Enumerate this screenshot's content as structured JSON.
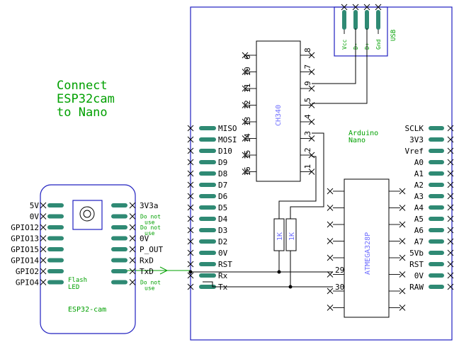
{
  "title": {
    "lines": [
      "Connect",
      "ESP32cam",
      "to Nano"
    ]
  },
  "nano": {
    "label_lines": [
      "Arduino",
      "Nano"
    ],
    "left_pins": [
      "MISO",
      "MOSI",
      "D10",
      "D9",
      "D8",
      "D7",
      "D6",
      "D5",
      "D4",
      "D3",
      "D2",
      "0V",
      "RST",
      "Rx",
      "Tx"
    ],
    "right_pins": [
      "SCLK",
      "3V3",
      "Vref",
      "A0",
      "A1",
      "A2",
      "A3",
      "A4",
      "A5",
      "A6",
      "A7",
      "5Vb",
      "RST",
      "0V",
      "RAW"
    ]
  },
  "usb": {
    "label": "USB",
    "pins": [
      "Vcc",
      "D-",
      "D+",
      "Gnd"
    ]
  },
  "ch340": {
    "label": "CH340",
    "left_pins": [
      "6",
      "10",
      "11",
      "12",
      "13",
      "14",
      "15",
      "16"
    ],
    "right_pins": [
      "8",
      "7",
      "9",
      "5",
      "4",
      "3",
      "2",
      "1"
    ]
  },
  "atmega": {
    "label": "ATMEGA328P",
    "pin_rx": "29",
    "pin_tx": "30"
  },
  "resistors": [
    {
      "label": "1K"
    },
    {
      "label": "1K"
    }
  ],
  "esp": {
    "label": "ESP32-cam",
    "left_pins": [
      "5V",
      "0V",
      "GPIO12",
      "GPIO13",
      "GPIO15",
      "GPIO14",
      "GPIO2",
      "GPIO4"
    ],
    "right_pins": [
      [
        "3V3a"
      ],
      [
        "Do not",
        "use"
      ],
      [
        "Do not",
        "use"
      ],
      [
        "0V"
      ],
      [
        "P_OUT"
      ],
      [
        "RxD"
      ],
      [
        "TxD"
      ],
      [
        "Do not",
        "use"
      ]
    ],
    "flash_lines": [
      "Flash",
      "LED"
    ]
  },
  "colors": {
    "frame": "#2020c0",
    "pad": "#2f8a74",
    "text_green": "#00a000",
    "text_blue": "#7070ff"
  }
}
